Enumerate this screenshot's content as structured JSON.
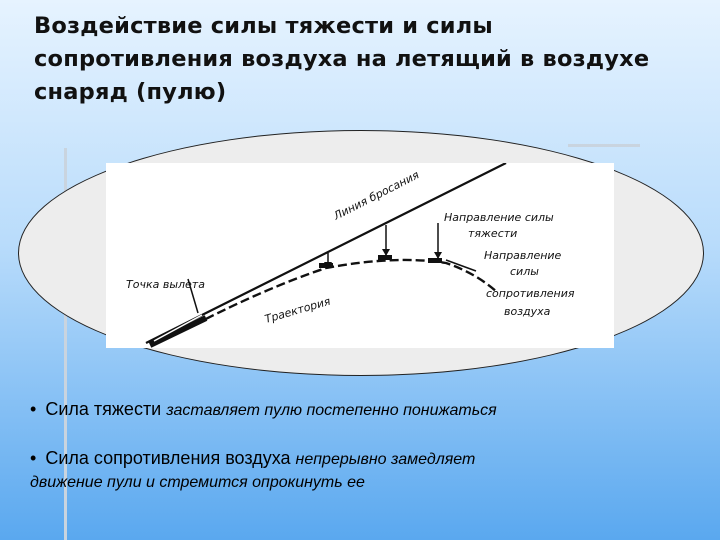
{
  "title": "Воздействие силы тяжести и силы сопротивления воздуха на летящий в воздухе снаряд (пулю)",
  "figure": {
    "labels": {
      "throw_line": "Линия бросания",
      "gravity_direction_1": "Направление силы",
      "gravity_direction_2": "тяжести",
      "resistance_direction_1": "Направление",
      "resistance_direction_2": "силы",
      "resistance_direction_3": "сопротивления",
      "resistance_direction_4": "воздуха",
      "departure_point": "Точка вылета",
      "trajectory": "Траектория"
    }
  },
  "bullets": [
    {
      "marker": "•",
      "lead": "Сила тяжести",
      "tail": "заставляет пулю постепенно понижаться"
    },
    {
      "marker": "•",
      "lead": "Сила сопротивления воздуха",
      "tail": "непрерывно замедляет",
      "tail_line2": "движение пули и стремится опрокинуть ее"
    }
  ]
}
